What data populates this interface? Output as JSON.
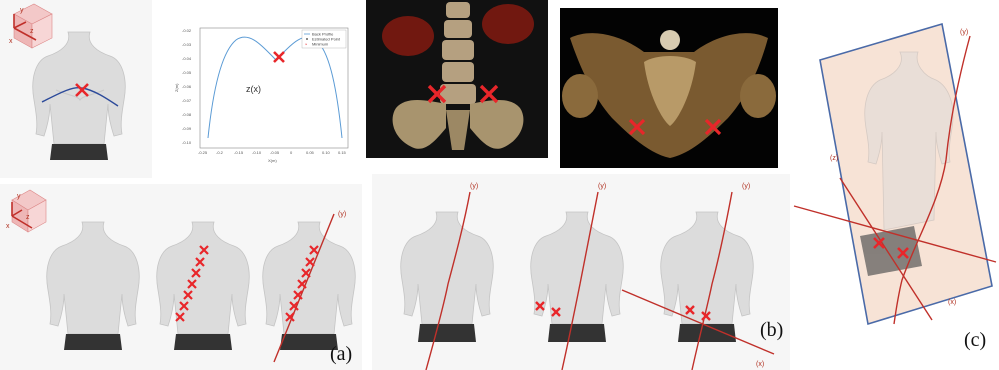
{
  "labels": {
    "a": "(a)",
    "b": "(b)",
    "c": "(c)"
  },
  "axes": {
    "x": "x",
    "y": "y",
    "z": "z"
  },
  "axis_tags": {
    "y": "(y)",
    "z": "(z)",
    "x": "(x)"
  },
  "plot": {
    "curve_label": "z(x)",
    "ylabel": "Z(m)",
    "xlabel": "X(m)",
    "legend": [
      "Back Profile",
      "Estimated Point",
      "Minimum"
    ],
    "x_ticks": [
      "-0.25",
      "-0.2",
      "-0.15",
      "-0.10",
      "-0.05",
      "0",
      "0.05",
      "0.10",
      "0.15"
    ],
    "y_ticks": [
      "-0.02",
      "-0.03",
      "-0.04",
      "-0.05",
      "-0.06",
      "-0.07",
      "-0.08",
      "-0.09",
      "-0.10"
    ]
  },
  "colors": {
    "marker": "#e8262a",
    "axis": "#c0302a",
    "spine_curve": "#2c4a9a",
    "plot_curve": "#5b9bd5",
    "plane": "#4a6aa8"
  }
}
